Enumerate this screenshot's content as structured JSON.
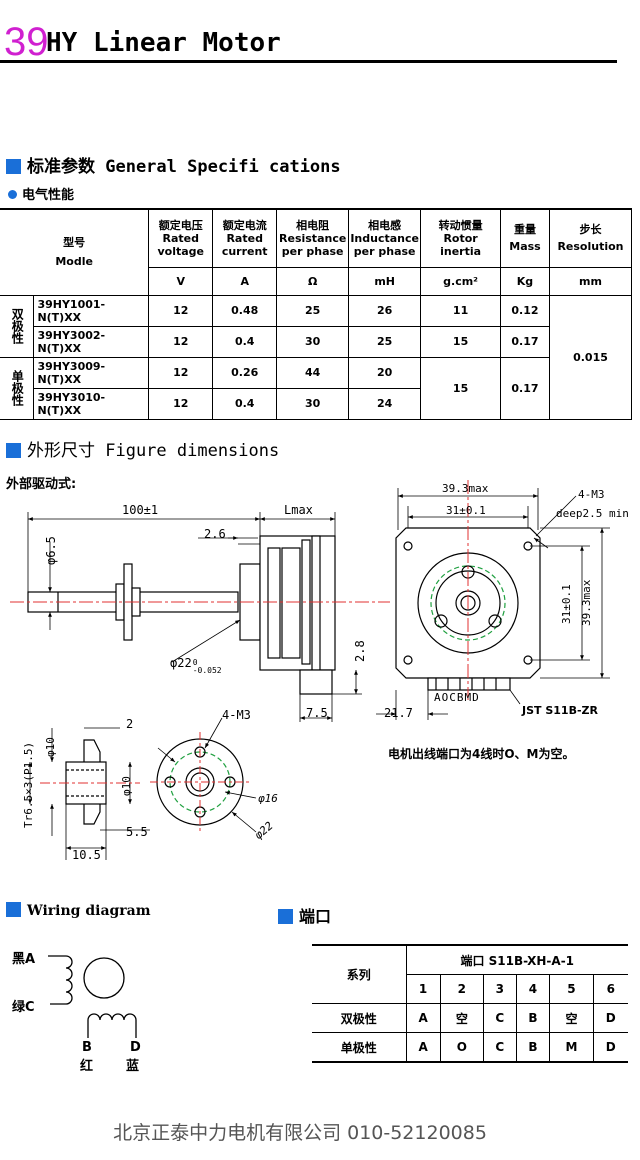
{
  "header": {
    "number": "39",
    "title": "HY Linear Motor"
  },
  "section1": {
    "title": "标准参数 General Specifi cations",
    "sub": "电气性能"
  },
  "spec_table": {
    "model_cn": "型号",
    "model_en": "Modle",
    "columns": [
      {
        "cn": "额定电压",
        "en": "Rated voltage",
        "unit": "V"
      },
      {
        "cn": "额定电流",
        "en": "Rated current",
        "unit": "A"
      },
      {
        "cn": "相电阻",
        "en": "Resistance per phase",
        "unit": "Ω"
      },
      {
        "cn": "相电感",
        "en": "Inductance per phase",
        "unit": "mH"
      },
      {
        "cn": "转动惯量",
        "en": "Rotor inertia",
        "unit": "g.cm²"
      },
      {
        "cn": "重量",
        "en": "Mass",
        "unit": "Kg"
      },
      {
        "cn": "步长",
        "en": "Resolution",
        "unit": "mm"
      }
    ],
    "group_bipolar": "双极性",
    "group_unipolar": "单极性",
    "rows": [
      {
        "model": "39HY1001-N(T)XX",
        "v": "12",
        "a": "0.48",
        "r": "25",
        "l": "26",
        "inertia": "11",
        "mass": "0.12"
      },
      {
        "model": "39HY3002-N(T)XX",
        "v": "12",
        "a": "0.4",
        "r": "30",
        "l": "25",
        "inertia": "15",
        "mass": "0.17"
      },
      {
        "model": "39HY3009-N(T)XX",
        "v": "12",
        "a": "0.26",
        "r": "44",
        "l": "20",
        "inertia": "15",
        "mass": "0.17"
      },
      {
        "model": "39HY3010-N(T)XX",
        "v": "12",
        "a": "0.4",
        "r": "30",
        "l": "24",
        "inertia": "",
        "mass": ""
      }
    ],
    "resolution": "0.015"
  },
  "section2": {
    "title": "外形尺寸 Figure dimensions",
    "sub": "外部驱动式:"
  },
  "dims": {
    "d100": "100±1",
    "lmax": "Lmax",
    "d26": "2.6",
    "phi65": "φ6.5",
    "phi22": "φ22",
    "tol_upper": "0",
    "tol_lower": "-0.052",
    "d28": "2.8",
    "d75": "7.5",
    "w393": "39.3max",
    "w31": "31±0.1",
    "m3": "4-M3",
    "deep": "deep2.5 min",
    "h31": "31±0.1",
    "h393": "39.3max",
    "d217": "21.7",
    "pins": "AOCBMD",
    "jst": "JST S11B-ZR",
    "n2": "2",
    "phi10a": "φ10",
    "phi10b": "φ10",
    "tr": "Tr6.5×3(P1.5)",
    "d55": "5.5",
    "d105": "10.5",
    "m3b": "4-M3",
    "phi16": "φ16",
    "phi22b": "φ22",
    "note": "电机出线端口为4线时O、M为空。"
  },
  "wiring": {
    "title": "Wiring diagram",
    "black": "黑A",
    "green": "绿C",
    "b": "B",
    "red": "红",
    "d": "D",
    "blue": "蓝"
  },
  "port": {
    "title": "端口",
    "series": "系列",
    "header": "端口 S11B-XH-A-1",
    "numbers": [
      "1",
      "2",
      "3",
      "4",
      "5",
      "6"
    ],
    "rows": [
      {
        "label": "双极性",
        "cells": [
          "A",
          "空",
          "C",
          "B",
          "空",
          "D"
        ]
      },
      {
        "label": "单极性",
        "cells": [
          "A",
          "O",
          "C",
          "B",
          "M",
          "D"
        ]
      }
    ]
  },
  "footer": "北京正泰中力电机有限公司 010-52120085",
  "colors": {
    "accent": "#1a6fd8",
    "number": "#d020d0",
    "centerline": "#e03030",
    "pcd": "#20a040"
  }
}
